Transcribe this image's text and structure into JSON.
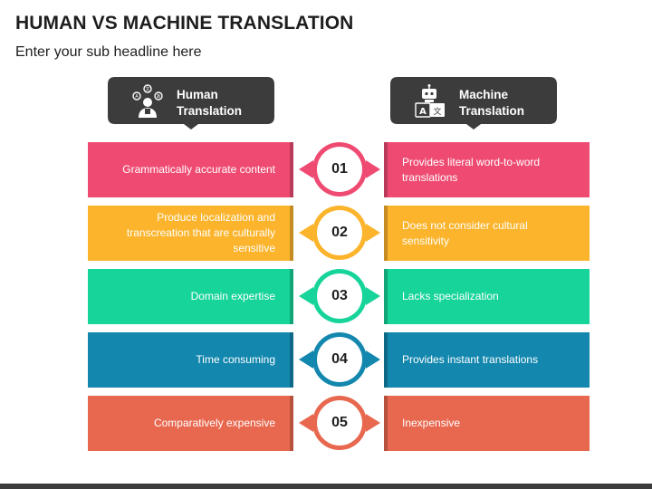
{
  "title": "HUMAN VS MACHINE TRANSLATION",
  "subtitle": "Enter your sub headline here",
  "headers": {
    "human": {
      "label": "Human\nTranslation",
      "icon": "translator-person-icon"
    },
    "machine": {
      "label": "Machine\nTranslation",
      "icon": "robot-translate-icon"
    }
  },
  "rows": [
    {
      "number": "01",
      "human": "Grammatically accurate content",
      "machine": "Provides literal word-to-word translations",
      "color": "#ef4b72"
    },
    {
      "number": "02",
      "human": "Produce localization and transcreation that are culturally sensitive",
      "machine": "Does not consider cultural sensitivity",
      "color": "#fbb42c"
    },
    {
      "number": "03",
      "human": "Domain expertise",
      "machine": "Lacks specialization",
      "color": "#17d49a"
    },
    {
      "number": "04",
      "human": "Time consuming",
      "machine": "Provides instant translations",
      "color": "#1387ae"
    },
    {
      "number": "05",
      "human": "Comparatively expensive",
      "machine": "Inexpensive",
      "color": "#e8684f"
    }
  ],
  "colors": {
    "header_bg": "#3c3c3c",
    "text_dark": "#1e1e1e"
  }
}
